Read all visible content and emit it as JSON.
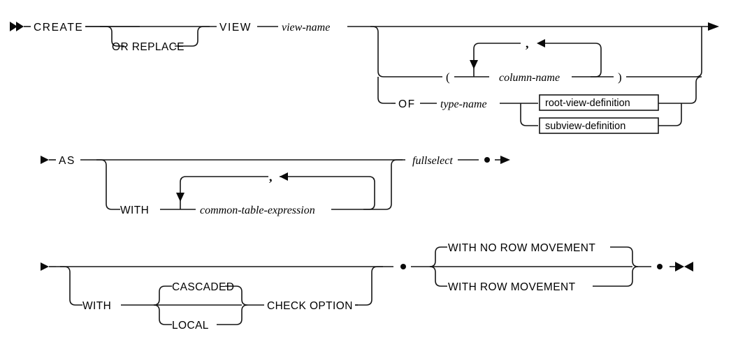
{
  "diagram": {
    "kind": "railroad-syntax-diagram",
    "statement": "CREATE VIEW",
    "colors": {
      "background": "#ffffff",
      "line": "#151515",
      "text": "#000000",
      "box_border": "#151515"
    },
    "rows": [
      {
        "id": "row-1",
        "start_marker": "double-arrow-start",
        "end_marker": "single-arrow-continue",
        "tokens": [
          "CREATE",
          "OR REPLACE",
          "VIEW",
          "view-name",
          "(",
          "column-name",
          ",",
          ")",
          "OF",
          "type-name",
          "root-view-definition",
          "subview-definition"
        ]
      },
      {
        "id": "row-2",
        "start_marker": "single-arrow-continue",
        "end_marker": "single-arrow-continue",
        "tokens": [
          "AS",
          "WITH",
          "common-table-expression",
          ",",
          "fullselect"
        ]
      },
      {
        "id": "row-3",
        "start_marker": "single-arrow-continue",
        "end_marker": "bowtie-end",
        "tokens": [
          "WITH",
          "CASCADED",
          "LOCAL",
          "CHECK OPTION",
          "WITH NO ROW MOVEMENT",
          "WITH ROW MOVEMENT"
        ]
      }
    ],
    "labels": {
      "create": "CREATE",
      "or_replace": "OR REPLACE",
      "view": "VIEW",
      "view_name": "view-name",
      "lparen": "(",
      "rparen": ")",
      "column_name": "column-name",
      "comma": ",",
      "of": "OF",
      "type_name": "type-name",
      "root_view_definition": "root-view-definition",
      "subview_definition": "subview-definition",
      "as": "AS",
      "with": "WITH",
      "common_table_expression": "common-table-expression",
      "fullselect": "fullselect",
      "with_3": "WITH",
      "cascaded": "CASCADED",
      "local": "LOCAL",
      "check_option": "CHECK OPTION",
      "with_no_row_movement": "WITH NO ROW MOVEMENT",
      "with_row_movement": "WITH ROW MOVEMENT"
    }
  }
}
